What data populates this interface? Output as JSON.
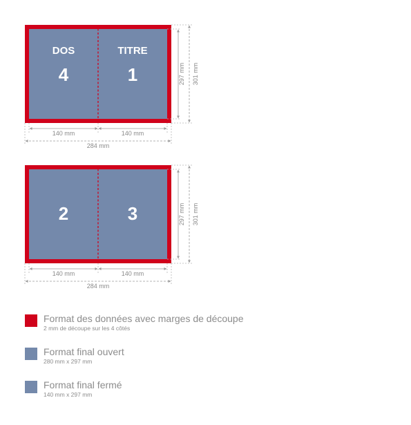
{
  "colors": {
    "bleed_red": "#d0021b",
    "page_blue": "#7489ab",
    "dim_gray": "#9a9a9a",
    "text_gray": "#8c8c8c"
  },
  "spreads": [
    {
      "pages": [
        {
          "label": "DOS",
          "number": "4"
        },
        {
          "label": "TITRE",
          "number": "1"
        }
      ],
      "dims": {
        "page_width": "140 mm",
        "page_width_2": "140 mm",
        "total_width": "284 mm",
        "height_inner": "297 mm",
        "height_outer": "301 mm"
      }
    },
    {
      "pages": [
        {
          "label": "",
          "number": "2"
        },
        {
          "label": "",
          "number": "3"
        }
      ],
      "dims": {
        "page_width": "140 mm",
        "page_width_2": "140 mm",
        "total_width": "284 mm",
        "height_inner": "297 mm",
        "height_outer": "301 mm"
      }
    }
  ],
  "legend": [
    {
      "title": "Format des données avec marges de découpe",
      "sub": "2 mm de découpe sur les 4 côtés",
      "swatch": "#d0021b"
    },
    {
      "title": "Format final ouvert",
      "sub": "280 mm x 297 mm",
      "swatch": "#7489ab"
    },
    {
      "title": "Format final fermé",
      "sub": "140 mm x 297 mm",
      "swatch": "#7489ab"
    }
  ]
}
